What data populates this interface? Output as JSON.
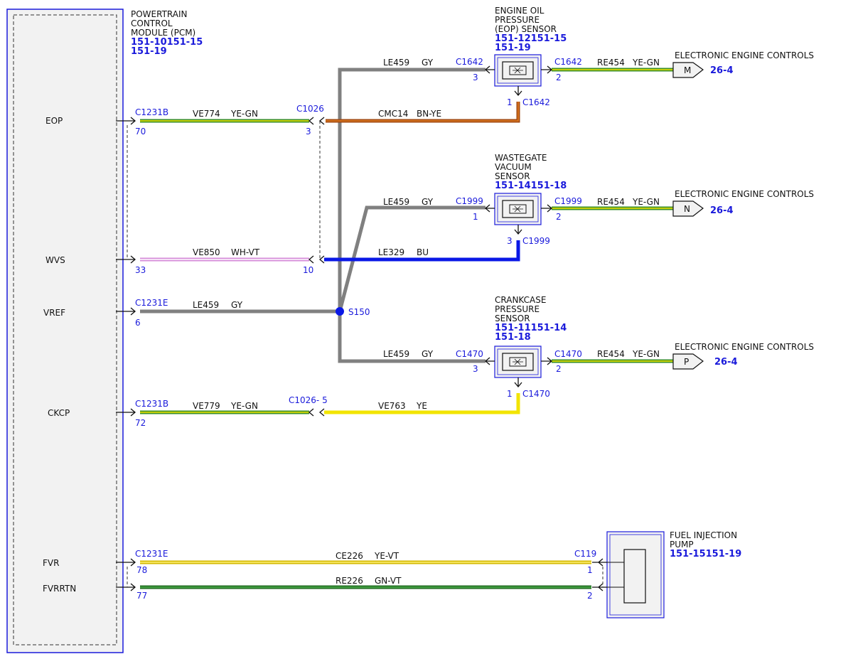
{
  "colors": {
    "gray": "#808080",
    "yellow": "#f2e400",
    "green": "#3a8f2a",
    "dark_green": "#2e7d2e",
    "blue": "#0a18e6",
    "brown": "#a24a12",
    "orange": "#e07a1f",
    "white": "#ffffff",
    "violet": "#d58ad8",
    "connector_blue": "#1a1adb"
  },
  "pcm": {
    "title_lines": [
      "POWERTRAIN",
      "CONTROL",
      "MODULE (PCM)"
    ],
    "ref_lines": [
      "151-10151-15",
      "151-19"
    ],
    "pins": [
      "EOP",
      "WVS",
      "VREF",
      "CKCP",
      "FVR",
      "FVRRTN"
    ]
  },
  "eop_sensor": {
    "title_lines": [
      "ENGINE OIL",
      "PRESSURE",
      "(EOP) SENSOR"
    ],
    "ref_lines": [
      "151-12151-15",
      "151-19"
    ]
  },
  "wvs_sensor": {
    "title_lines": [
      "WASTEGATE",
      "VACUUM",
      "SENSOR"
    ],
    "ref_lines": [
      "151-14151-18"
    ]
  },
  "ckcp_sensor": {
    "title_lines": [
      "CRANKCASE",
      "PRESSURE",
      "SENSOR"
    ],
    "ref_lines": [
      "151-11151-14",
      "151-18"
    ]
  },
  "fuel_pump": {
    "title_lines": [
      "FUEL INJECTION",
      "PUMP"
    ],
    "ref_lines": [
      "151-15151-19"
    ]
  },
  "eec_refs": [
    {
      "title": "ELECTRONIC ENGINE CONTROLS",
      "letter": "M",
      "page": "26-4"
    },
    {
      "title": "ELECTRONIC ENGINE CONTROLS",
      "letter": "N",
      "page": "26-4"
    },
    {
      "title": "ELECTRONIC ENGINE CONTROLS",
      "letter": "P",
      "page": "26-4"
    }
  ],
  "splice": {
    "name": "S150"
  },
  "connectors": {
    "c1231b": "C1231B",
    "c1231e": "C1231E",
    "c1026": "C1026",
    "c1026_5": "C1026- 5",
    "c1642": "C1642",
    "c1999": "C1999",
    "c1470": "C1470",
    "c119": "C119"
  },
  "pins": {
    "p70": "70",
    "p3": "3",
    "p33": "33",
    "p10": "10",
    "p6": "6",
    "p72": "72",
    "p78": "78",
    "p77": "77",
    "p1": "1",
    "p2": "2"
  },
  "circuits": {
    "ve774": {
      "id": "VE774",
      "color": "YE-GN"
    },
    "cmc14": {
      "id": "CMC14",
      "color": "BN-YE"
    },
    "ve850": {
      "id": "VE850",
      "color": "WH-VT"
    },
    "le329": {
      "id": "LE329",
      "color": "BU"
    },
    "le459": {
      "id": "LE459",
      "color": "GY"
    },
    "re454": {
      "id": "RE454",
      "color": "YE-GN"
    },
    "ve779": {
      "id": "VE779",
      "color": "YE-GN"
    },
    "ve763": {
      "id": "VE763",
      "color": "YE"
    },
    "ce226": {
      "id": "CE226",
      "color": "YE-VT"
    },
    "re226": {
      "id": "RE226",
      "color": "GN-VT"
    }
  }
}
